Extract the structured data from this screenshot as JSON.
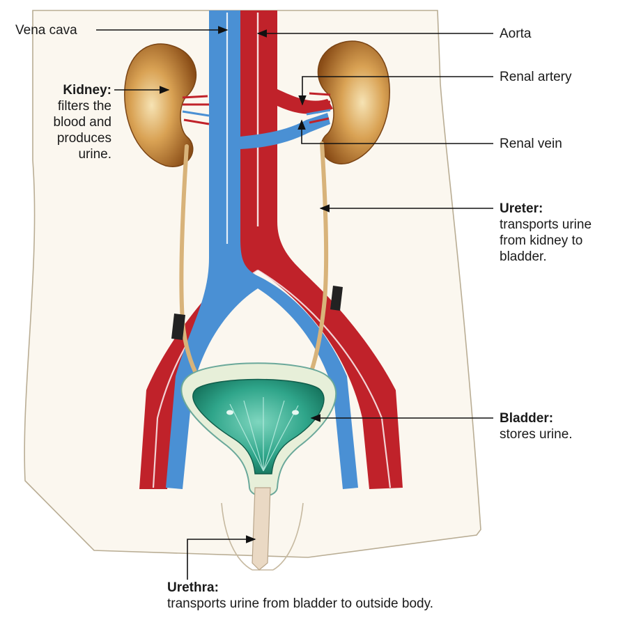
{
  "labels": {
    "vena_cava": "Vena cava",
    "aorta": "Aorta",
    "renal_artery": "Renal artery",
    "renal_vein": "Renal vein",
    "kidney": {
      "title": "Kidney:",
      "line1": "filters the",
      "line2": "blood and",
      "line3": "produces",
      "line4": "urine."
    },
    "ureter": {
      "title": "Ureter:",
      "line1": "transports urine",
      "line2": "from kidney to",
      "line3": "bladder."
    },
    "bladder": {
      "title": "Bladder:",
      "line1": "stores urine."
    },
    "urethra": {
      "title": "Urethra:",
      "line1": "transports urine from bladder to outside body."
    }
  },
  "colors": {
    "artery_red": "#c0222a",
    "vein_blue": "#4a90d4",
    "kidney_tan": "#c98f3c",
    "bladder_teal": "#2fa58a",
    "ureter_tan": "#d8b37a",
    "skin": "#fbf7ef"
  }
}
